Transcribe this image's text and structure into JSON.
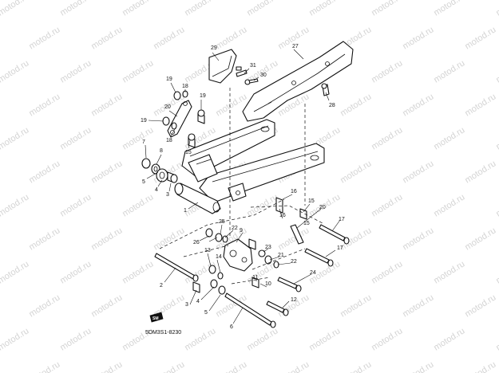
{
  "watermark": {
    "text": "motod.ru"
  },
  "diagram": {
    "drawing_code": "5DM3S1-8230",
    "badge": "SM",
    "callouts": [
      "1",
      "2",
      "3",
      "4",
      "5",
      "6",
      "7",
      "8",
      "9",
      "10",
      "11",
      "12",
      "13",
      "14",
      "15",
      "16",
      "17",
      "18",
      "19",
      "20",
      "21",
      "22",
      "23",
      "24",
      "25",
      "26",
      "27",
      "28",
      "29",
      "30",
      "31"
    ]
  },
  "colors": {
    "line": "#111111",
    "watermark": "#d4d4d4",
    "background": "#ffffff"
  }
}
